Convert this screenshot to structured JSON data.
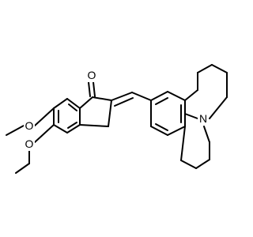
{
  "diagram": {
    "type": "skeletal-structure",
    "colors": {
      "background": "#ffffff",
      "bond": "#000000",
      "label": "#000000"
    },
    "atom_labels": {
      "carbonyl_oxygen": "O",
      "methoxy_oxygen_upper": "O",
      "methoxy_oxygen_lower": "O",
      "nitrogen": "N"
    }
  }
}
